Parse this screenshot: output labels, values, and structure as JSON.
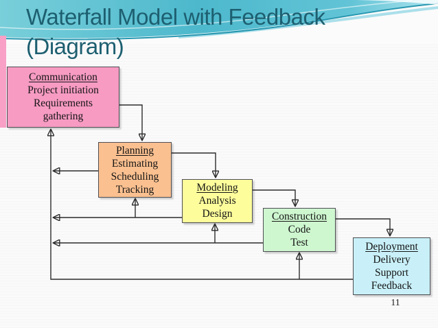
{
  "slide": {
    "title": {
      "line1": "Waterfall Model with Feedback",
      "line2": "(Diagram)"
    },
    "page_number": "11"
  },
  "theme": {
    "title_color": "#1D5F70",
    "banner_teal": "#4DB8CC",
    "banner_light_blue": "#9BD9E6",
    "banner_line_teal": "#2697B0",
    "left_stripe_pink": "#F8A0C6",
    "arrow_color": "#2B2B2B",
    "box_border": "#4D4D52"
  },
  "diagram": {
    "boxes": [
      {
        "header": "Communication",
        "lines": [
          "Project initiation",
          "Requirements",
          "gathering"
        ],
        "fill": "#F79BC3"
      },
      {
        "header": "Planning",
        "lines": [
          "Estimating",
          "Scheduling",
          "Tracking"
        ],
        "fill": "#FAC090"
      },
      {
        "header": "Modeling",
        "lines": [
          "Analysis",
          "Design"
        ],
        "fill": "#FDFD9C"
      },
      {
        "header": "Construction",
        "lines": [
          "Code",
          "Test"
        ],
        "fill": "#CEF7D0"
      },
      {
        "header": "Deployment",
        "lines": [
          "Delivery",
          "Support",
          "Feedback"
        ],
        "fill": "#C9F0F8"
      }
    ],
    "connections": {
      "forward": [
        "Communication to Planning",
        "Planning to Modeling",
        "Modeling to Construction",
        "Construction to Deployment"
      ],
      "feedback": [
        "Planning back to Communication",
        "Modeling back to Communication",
        "Modeling back to Planning",
        "Construction back to Communication",
        "Construction back to Modeling",
        "Deployment back to Communication",
        "Deployment back to Construction"
      ]
    }
  }
}
